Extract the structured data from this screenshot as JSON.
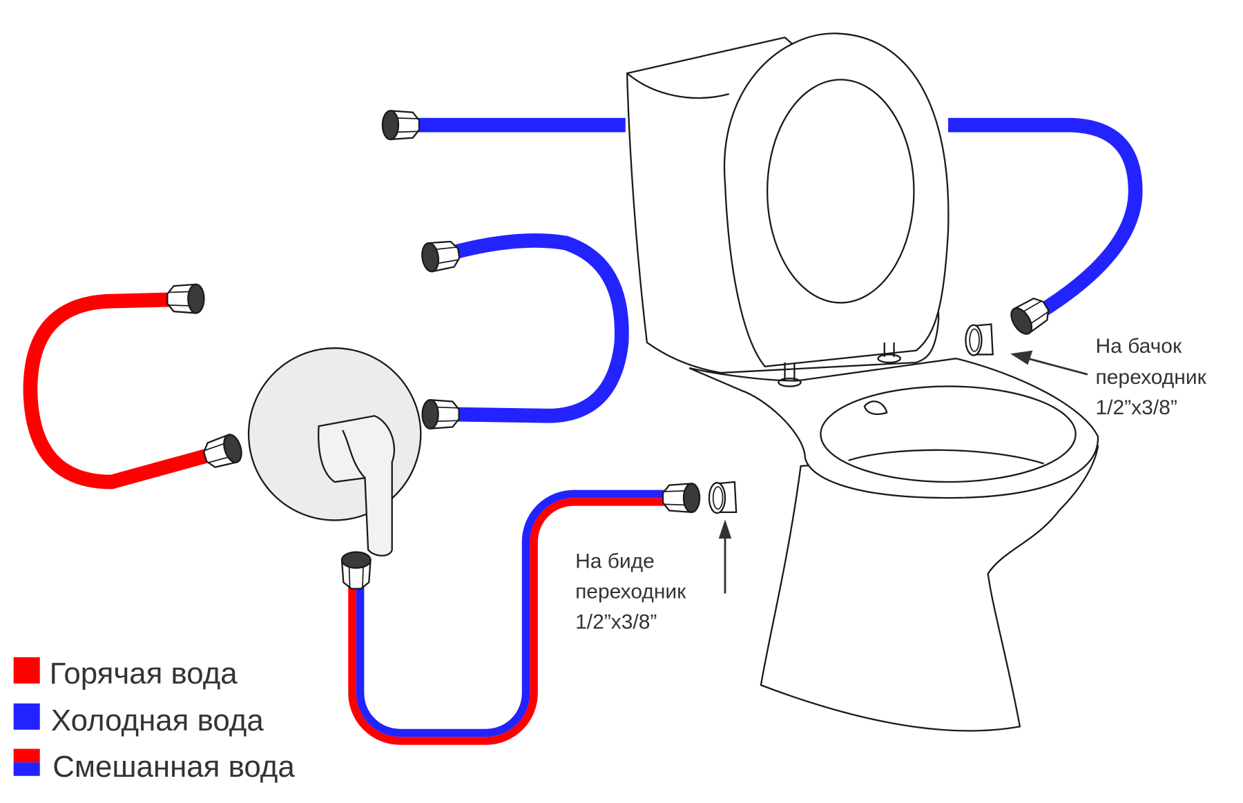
{
  "colors": {
    "hot": "#ff0000",
    "cold": "#2323ff",
    "fitting": "#3a3a3a",
    "text": "#333333"
  },
  "labels": {
    "tank": {
      "line1": "На бачок",
      "line2": "переходник",
      "line3": "1/2”x3/8”"
    },
    "bidet": {
      "line1": "На биде",
      "line2": "переходник",
      "line3": "1/2”x3/8”"
    }
  },
  "legend": [
    {
      "label": "Горячая вода",
      "type": "hot"
    },
    {
      "label": "Холодная вода",
      "type": "cold"
    },
    {
      "label": "Смешанная вода",
      "type": "mixed"
    }
  ]
}
